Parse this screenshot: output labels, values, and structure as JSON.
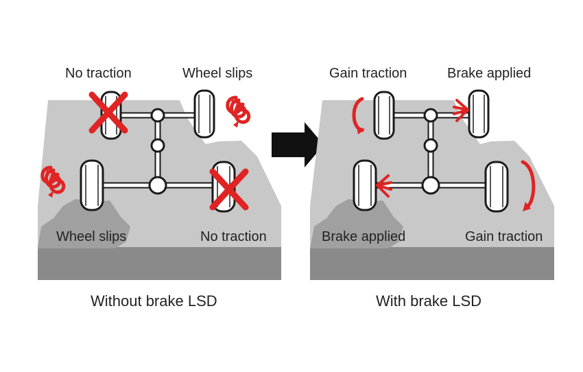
{
  "panels": {
    "left": {
      "caption": "Without brake LSD",
      "top_left_label": "No traction",
      "top_right_label": "Wheel slips",
      "bottom_left_label": "Wheel slips",
      "bottom_right_label": "No traction"
    },
    "right": {
      "caption": "With brake LSD",
      "top_left_label": "Gain traction",
      "top_right_label": "Brake applied",
      "bottom_left_label": "Brake applied",
      "bottom_right_label": "Gain traction"
    }
  },
  "icons": {
    "arrow": "right-arrow-icon",
    "no_traction": "red-x-icon",
    "spin": "spin-arrow-icon",
    "brake": "brake-burst-icon"
  },
  "colors": {
    "background": "#ffffff",
    "terrain_light": "#c8c8c8",
    "terrain_dark": "#8a8a8a",
    "rock": "#a0a0a0",
    "accent_red": "#e02424",
    "outline": "#1a1a1a",
    "arrow": "#111111"
  }
}
